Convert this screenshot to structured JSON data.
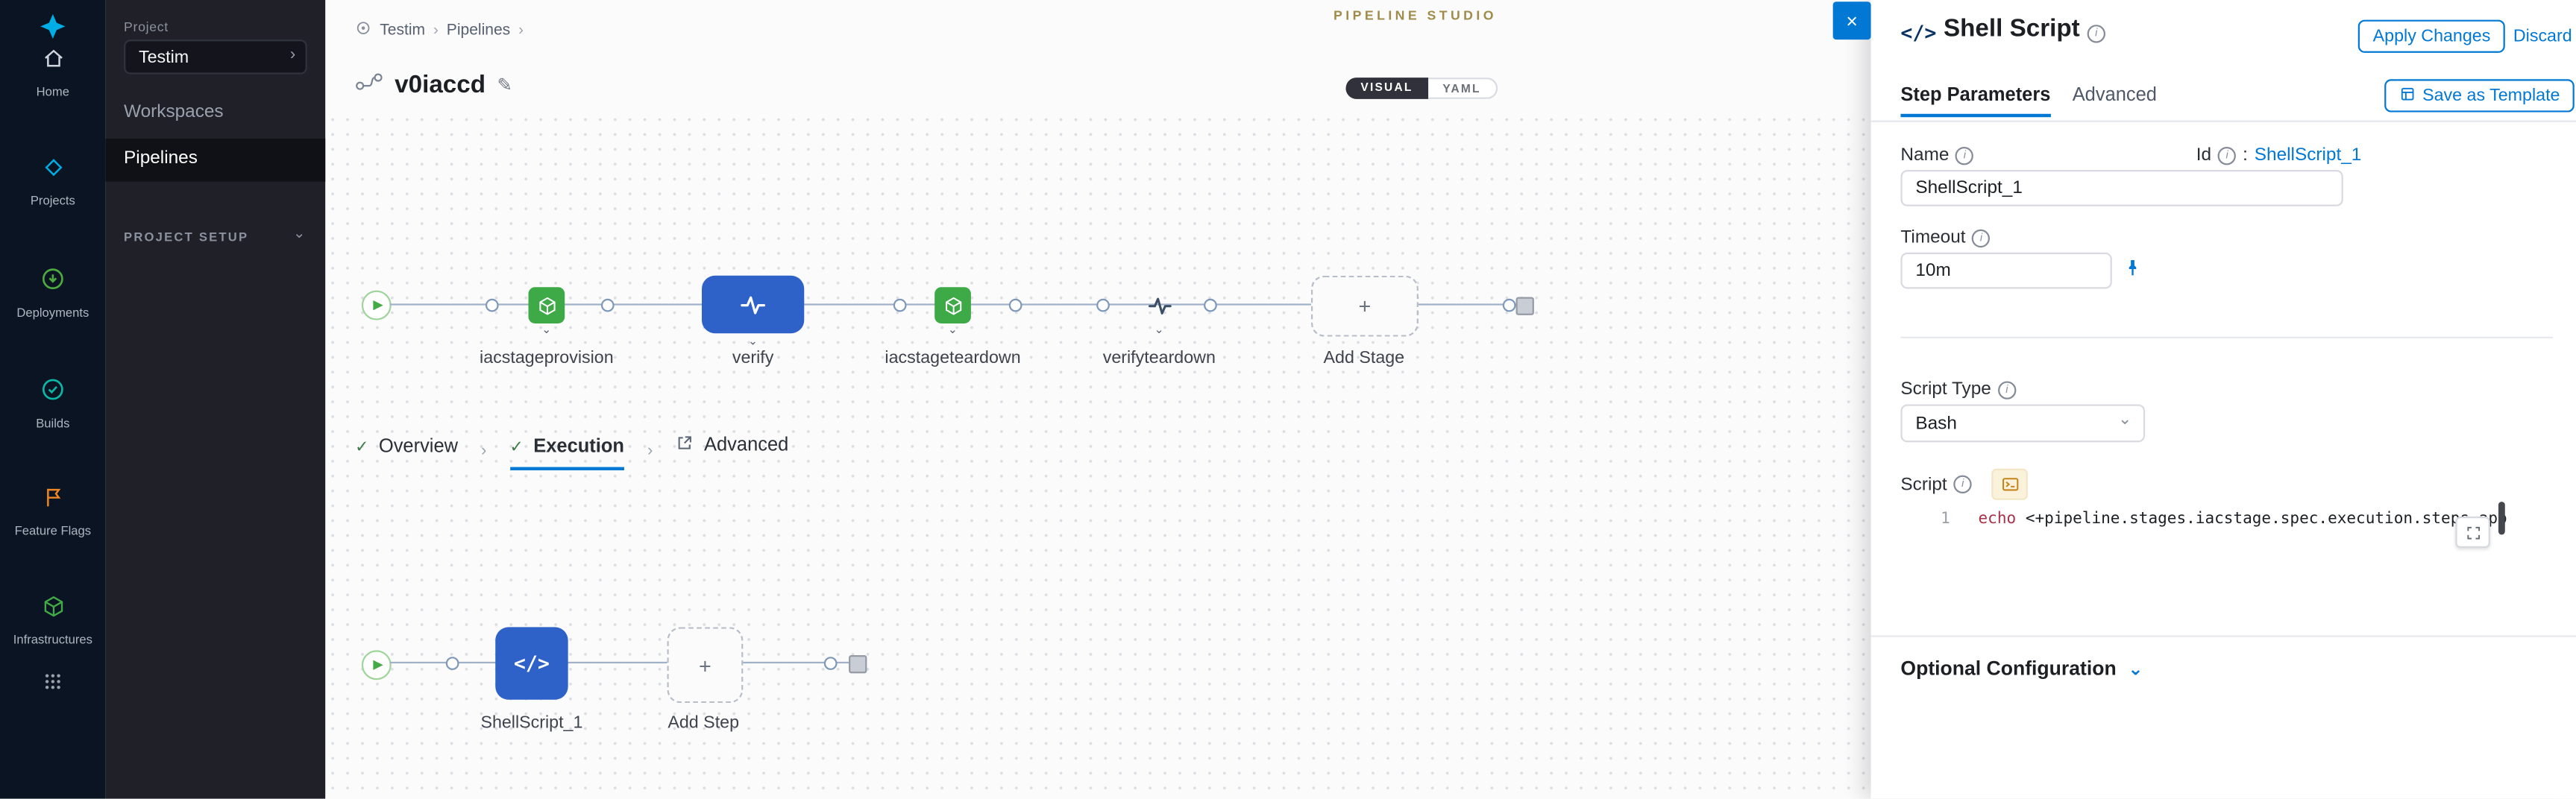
{
  "icons": {
    "close": "×",
    "info": "i",
    "check": "✓",
    "chevron_right": "›",
    "chevron_down": "⌄",
    "plus": "+",
    "code": "</>",
    "pencil": "✎"
  },
  "colors": {
    "accent": "#0278d5",
    "node_blue": "#2e62c9",
    "stage_green": "#3eaa47",
    "rail_bg": "#0a1422",
    "sidebar_bg": "#1f2028",
    "canvas_bg": "#fbfbfc",
    "studio_badge": "#a08c4a"
  },
  "rail": {
    "items": [
      {
        "label": "Home"
      },
      {
        "label": "Projects"
      },
      {
        "label": "Deployments"
      },
      {
        "label": "Builds"
      },
      {
        "label": "Feature Flags"
      },
      {
        "label": "Infrastructures"
      }
    ]
  },
  "project_sidebar": {
    "section_label": "Project",
    "project_name": "Testim",
    "items": [
      {
        "label": "Workspaces"
      },
      {
        "label": "Pipelines"
      }
    ],
    "setup_label": "PROJECT SETUP"
  },
  "canvas": {
    "studio_badge": "PIPELINE STUDIO",
    "breadcrumb": [
      "Testim",
      "Pipelines"
    ],
    "pipeline_name": "v0iaccd",
    "view_toggle": {
      "visual": "VISUAL",
      "yaml": "YAML",
      "selected": "VISUAL"
    },
    "stage_nodes": [
      {
        "label": "iacstageprovision"
      },
      {
        "label": "verify"
      },
      {
        "label": "iacstageteardown"
      },
      {
        "label": "verifyteardown"
      },
      {
        "label": "Add Stage"
      }
    ],
    "tabs": [
      {
        "label": "Overview",
        "checked": true
      },
      {
        "label": "Execution",
        "checked": true,
        "selected": true
      },
      {
        "label": "Advanced"
      }
    ],
    "step_nodes": [
      {
        "label": "ShellScript_1"
      },
      {
        "label": "Add Step"
      }
    ]
  },
  "panel": {
    "title": "Shell Script",
    "apply_button": "Apply Changes",
    "discard_button": "Discard",
    "tabs": [
      {
        "label": "Step Parameters",
        "selected": true
      },
      {
        "label": "Advanced"
      }
    ],
    "save_as_template": "Save as Template",
    "fields": {
      "name_label": "Name",
      "name_value": "ShellScript_1",
      "id_label": "Id",
      "id_separator": ":",
      "id_value": "ShellScript_1",
      "timeout_label": "Timeout",
      "timeout_value": "10m",
      "script_type_label": "Script Type",
      "script_type_value": "Bash",
      "script_label": "Script"
    },
    "editor": {
      "line_number": "1",
      "keyword": "echo",
      "code": " <+pipeline.stages.iacstage.spec.execution.steps.appl"
    },
    "optional_configuration": "Optional Configuration"
  }
}
